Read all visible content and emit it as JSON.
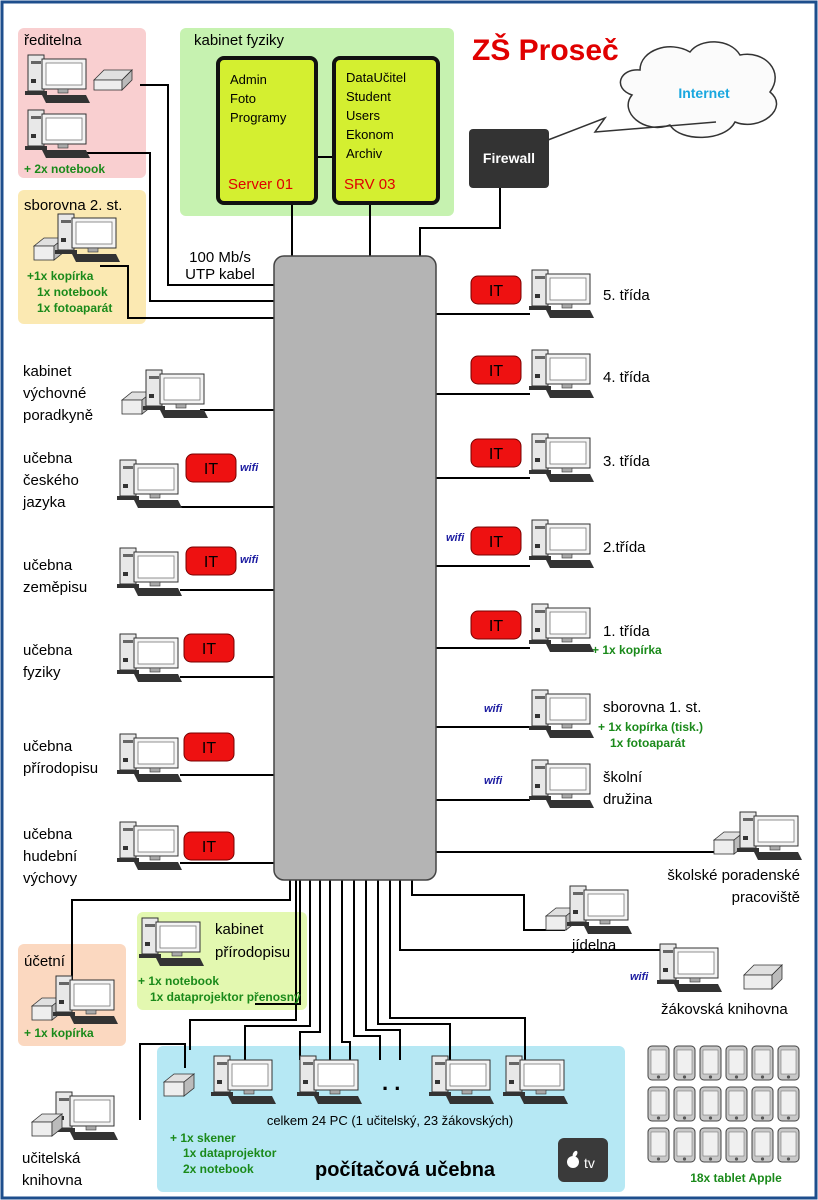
{
  "title": "ZŠ Proseč",
  "internet": "Internet",
  "firewall": "Firewall",
  "cable": {
    "line1": "100 Mb/s",
    "line2": "UTP kabel"
  },
  "it_badge": "IT",
  "wifi_label": "wifi",
  "colors": {
    "title": "#e00000",
    "switch": "#b4b4b4",
    "it_badge": "#ee1111",
    "server": "#d4ef30",
    "physics_zone": "#c6f2b0",
    "classroom_zone": "#b6e8f4"
  },
  "kabinet_fyziky": {
    "label": "kabinet fyziky",
    "server1": {
      "lines": [
        "Admin",
        "Foto",
        "Programy"
      ],
      "name": "Server 01"
    },
    "server2": {
      "lines": [
        "DataUčitel",
        "Student",
        "Users",
        "Ekonom",
        "Archiv"
      ],
      "name": "SRV 03"
    }
  },
  "reditelna": {
    "label": "ředitelna",
    "extra": "+ 2x notebook"
  },
  "sborovna2": {
    "label": "sborovna 2. st.",
    "extra": [
      "+1x kopírka",
      "1x notebook",
      "1x fotoaparát"
    ]
  },
  "left_rooms": [
    {
      "lines": [
        "kabinet",
        "výchovné",
        "poradkyně"
      ]
    },
    {
      "lines": [
        "učebna",
        "českého",
        "jazyka"
      ]
    },
    {
      "lines": [
        "učebna",
        "zeměpisu"
      ]
    },
    {
      "lines": [
        "učebna",
        "fyziky"
      ]
    },
    {
      "lines": [
        "učebna",
        "přírodopisu"
      ]
    },
    {
      "lines": [
        "učebna",
        "hudební",
        "výchovy"
      ]
    }
  ],
  "right_rooms": [
    {
      "label": "5. třída"
    },
    {
      "label": "4. třída"
    },
    {
      "label": "3. třída"
    },
    {
      "label": "2.třída"
    },
    {
      "label": "1. třída",
      "extra": "+ 1x kopírka"
    },
    {
      "label": "sborovna 1. st.",
      "extra": [
        "+ 1x kopírka (tisk.)",
        "1x fotoaparát"
      ]
    },
    {
      "lines": [
        "školní",
        "družina"
      ]
    }
  ],
  "skolske": {
    "lines": [
      "školské poradenské",
      "pracoviště"
    ]
  },
  "jidelna": {
    "label": "jídelna"
  },
  "zakovska": {
    "label": "žákovská knihovna"
  },
  "ucetni": {
    "label": "účetní",
    "extra": "+ 1x kopírka"
  },
  "kabinet_prirodopisu": {
    "lines": [
      "kabinet",
      "přírodopisu"
    ],
    "extra": [
      "+ 1x notebook",
      "1x dataprojektor přenosný"
    ]
  },
  "ucitelska": {
    "lines": [
      "učitelská",
      "knihovna"
    ]
  },
  "pc_classroom": {
    "dots": ". .",
    "total": "celkem 24 PC (1 učitelský, 23 žákovských)",
    "extra": [
      "+ 1x skener",
      "1x dataprojektor",
      "2x notebook"
    ],
    "name": "počítačová učebna",
    "apple_tv": "tv"
  },
  "tablets": {
    "label": "18x tablet Apple",
    "count": 18
  }
}
